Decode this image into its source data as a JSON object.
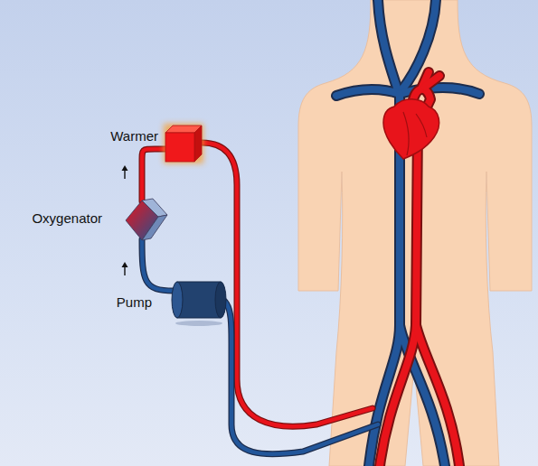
{
  "diagram": {
    "nodes": [
      {
        "text": [
          "Warmer"
        ]
      },
      {
        "text": [
          "Oxygenator"
        ]
      },
      {
        "text": [
          "Pump"
        ]
      }
    ],
    "edges": [
      {
        "from": 2,
        "to": 1,
        "arrow": "none"
      },
      {
        "from": 1,
        "to": 0,
        "arrow": "none"
      }
    ]
  }
}
